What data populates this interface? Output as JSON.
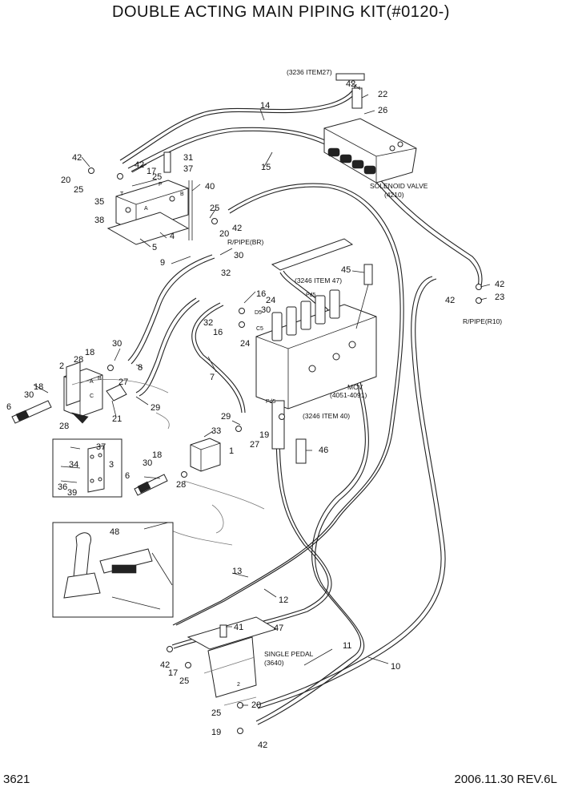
{
  "title": "DOUBLE ACTING MAIN PIPING KIT(#0120-)",
  "page_number": "3621",
  "date_revision": "2006.11.30  REV.6L",
  "notes": {
    "ref_3236": "(3236 ITEM27)",
    "solenoid_valve": "SOLENOID VALVE",
    "solenoid_code": "(4210)",
    "rpipe_br": "R/PIPE(BR)",
    "rpipe_r10": "R/PIPE(R10)",
    "ref_3246_47": "(3246 ITEM 47)",
    "ref_3246_40": "(3246 ITEM 40)",
    "mcv": "MCV",
    "mcv_code": "(4051-4091)",
    "single_pedal": "SINGLE PEDAL",
    "pedal_code": "(3640)",
    "pd5_a": "Pd5",
    "pd5_b": "Pd5",
    "d5": "D5",
    "c5": "C5",
    "port_a1": "A",
    "port_b1": "B",
    "port_c1": "C",
    "port_a2": "A",
    "port_b2": "B",
    "port_p": "P",
    "port_t": "T",
    "port_2": "2"
  },
  "labels": [
    {
      "id": "c42",
      "text": "42"
    },
    {
      "id": "c22",
      "text": "22"
    },
    {
      "id": "c26",
      "text": "26"
    },
    {
      "id": "c14",
      "text": "14"
    },
    {
      "id": "c15",
      "text": "15"
    },
    {
      "id": "c42b",
      "text": "42"
    },
    {
      "id": "c20",
      "text": "20"
    },
    {
      "id": "c25",
      "text": "25"
    },
    {
      "id": "c42c",
      "text": "42"
    },
    {
      "id": "c17",
      "text": "17"
    },
    {
      "id": "c25b",
      "text": "25"
    },
    {
      "id": "c31",
      "text": "31"
    },
    {
      "id": "c37",
      "text": "37"
    },
    {
      "id": "c40",
      "text": "40"
    },
    {
      "id": "c35",
      "text": "35"
    },
    {
      "id": "c38",
      "text": "38"
    },
    {
      "id": "c4",
      "text": "4"
    },
    {
      "id": "c5",
      "text": "5"
    },
    {
      "id": "c25c",
      "text": "25"
    },
    {
      "id": "c20b",
      "text": "20"
    },
    {
      "id": "c42d",
      "text": "42"
    },
    {
      "id": "c30",
      "text": "30"
    },
    {
      "id": "c9",
      "text": "9"
    },
    {
      "id": "c45",
      "text": "45"
    },
    {
      "id": "c42e",
      "text": "42"
    },
    {
      "id": "c42f",
      "text": "42"
    },
    {
      "id": "c23",
      "text": "23"
    },
    {
      "id": "c32",
      "text": "32"
    },
    {
      "id": "c16",
      "text": "16"
    },
    {
      "id": "c30b",
      "text": "30"
    },
    {
      "id": "c24",
      "text": "24"
    },
    {
      "id": "c32b",
      "text": "32"
    },
    {
      "id": "c16b",
      "text": "16"
    },
    {
      "id": "c24b",
      "text": "24"
    },
    {
      "id": "c30c",
      "text": "30"
    },
    {
      "id": "c28",
      "text": "28"
    },
    {
      "id": "c18",
      "text": "18"
    },
    {
      "id": "c2",
      "text": "2"
    },
    {
      "id": "c8",
      "text": "8"
    },
    {
      "id": "c7",
      "text": "7"
    },
    {
      "id": "c27",
      "text": "27"
    },
    {
      "id": "c18b",
      "text": "18"
    },
    {
      "id": "c30d",
      "text": "30"
    },
    {
      "id": "c6",
      "text": "6"
    },
    {
      "id": "c28b",
      "text": "28"
    },
    {
      "id": "c21",
      "text": "21"
    },
    {
      "id": "c29",
      "text": "29"
    },
    {
      "id": "c29b",
      "text": "29"
    },
    {
      "id": "c27b",
      "text": "27"
    },
    {
      "id": "c19",
      "text": "19"
    },
    {
      "id": "c33",
      "text": "33"
    },
    {
      "id": "c1",
      "text": "1"
    },
    {
      "id": "c46",
      "text": "46"
    },
    {
      "id": "c37b",
      "text": "37"
    },
    {
      "id": "c34",
      "text": "34"
    },
    {
      "id": "c3",
      "text": "3"
    },
    {
      "id": "c36",
      "text": "36"
    },
    {
      "id": "c39",
      "text": "39"
    },
    {
      "id": "c18c",
      "text": "18"
    },
    {
      "id": "c30e",
      "text": "30"
    },
    {
      "id": "c6b",
      "text": "6"
    },
    {
      "id": "c28c",
      "text": "28"
    },
    {
      "id": "c48",
      "text": "48"
    },
    {
      "id": "c13",
      "text": "13"
    },
    {
      "id": "c12",
      "text": "12"
    },
    {
      "id": "c41",
      "text": "41"
    },
    {
      "id": "c47",
      "text": "47"
    },
    {
      "id": "c42g",
      "text": "42"
    },
    {
      "id": "c17b",
      "text": "17"
    },
    {
      "id": "c25d",
      "text": "25"
    },
    {
      "id": "c11",
      "text": "11"
    },
    {
      "id": "c10",
      "text": "10"
    },
    {
      "id": "c25e",
      "text": "25"
    },
    {
      "id": "c20c",
      "text": "20"
    },
    {
      "id": "c19b",
      "text": "19"
    },
    {
      "id": "c42h",
      "text": "42"
    }
  ]
}
